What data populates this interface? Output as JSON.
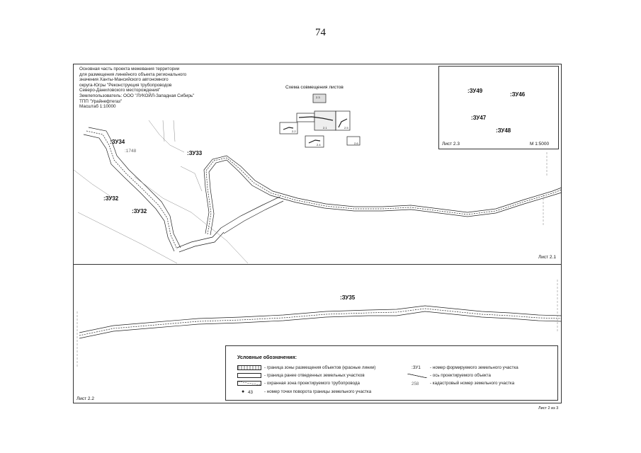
{
  "page_number": "74",
  "title_block": {
    "lines": [
      "Основная часть проекта межевания территории",
      "для размещения линейного объекта регионального",
      "значения Ханты-Мансийского автономного",
      "округа-Югры \"Реконструкция трубопроводов",
      "Северо-Даниловского месторождения\"",
      "Землепользователь: ООО \"ЛУКОЙЛ-Западная Сибирь\"",
      "ТПП \"Урайнефтегаз\"",
      "Масштаб 1:10000"
    ]
  },
  "scheme": {
    "title": "Схема совмещения листов",
    "tiles": [
      "2.3",
      "2.1",
      "2.2",
      "2.4",
      "2.5",
      "2.6"
    ]
  },
  "sheets": {
    "sheet_2_1": "Лист 2.1",
    "sheet_2_2": "Лист 2.2",
    "sheet_2_3": "Лист 2.3"
  },
  "inset": {
    "scale": "М 1:5000",
    "labels": [
      ":ЗУ49",
      ":ЗУ46",
      ":ЗУ47",
      ":ЗУ48"
    ]
  },
  "plots": {
    "zu34": ":ЗУ34",
    "zu33": ":ЗУ33",
    "zu32a": ":ЗУ32",
    "zu32b": ":ЗУ32",
    "zu35": ":ЗУ35"
  },
  "cadastral_note": ":1748",
  "legend": {
    "title": "Условные обозначения:",
    "items": [
      "- граница зоны размещения объектов (красные линии)",
      "- граница ранее отведенных земельных участков",
      "- охранная зона проектируемого трубопровода",
      "- номер точки поворота границы земельного участка",
      "- номер формируемого земельного участка",
      "- ось проектируемого объекта",
      "- кадастровый номер земельного участка"
    ],
    "point_number": "43",
    "plot_number": ":ЗУ1",
    "cadastral_number": "258"
  },
  "sheet_count": "Лист 2 из 3"
}
